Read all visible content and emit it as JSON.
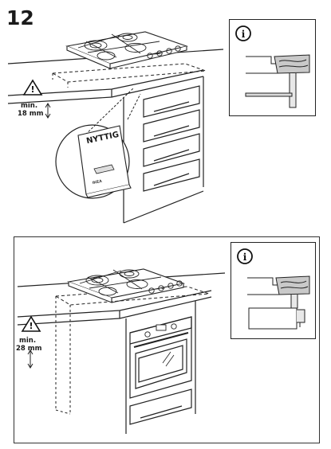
{
  "step": {
    "number": "12"
  },
  "panel_top": {
    "warning_text_1": "min.",
    "warning_text_2": "18 mm",
    "manual_title": "NYTTIG",
    "manual_brand": "IKEA"
  },
  "panel_bottom": {
    "warning_text_1": "min.",
    "warning_text_2": "28 mm"
  },
  "icons": {
    "info": "info-icon",
    "warning": "warning-triangle-icon"
  }
}
